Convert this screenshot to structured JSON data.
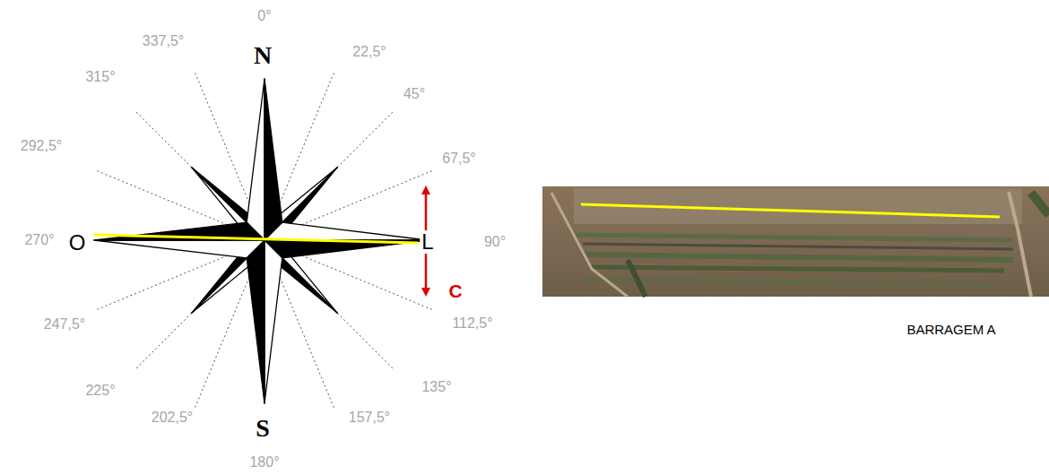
{
  "diagram": {
    "labels": [
      "0°",
      "22,5°",
      "45°",
      "67,5°",
      "90°",
      "112,5°",
      "135°",
      "157,5°",
      "180°",
      "202,5°",
      "225°",
      "247,5°",
      "270°",
      "292,5°",
      "315°",
      "337,5°",
      "N",
      "S",
      "O",
      "L",
      "C",
      "BARRAGEM A"
    ]
  }
}
